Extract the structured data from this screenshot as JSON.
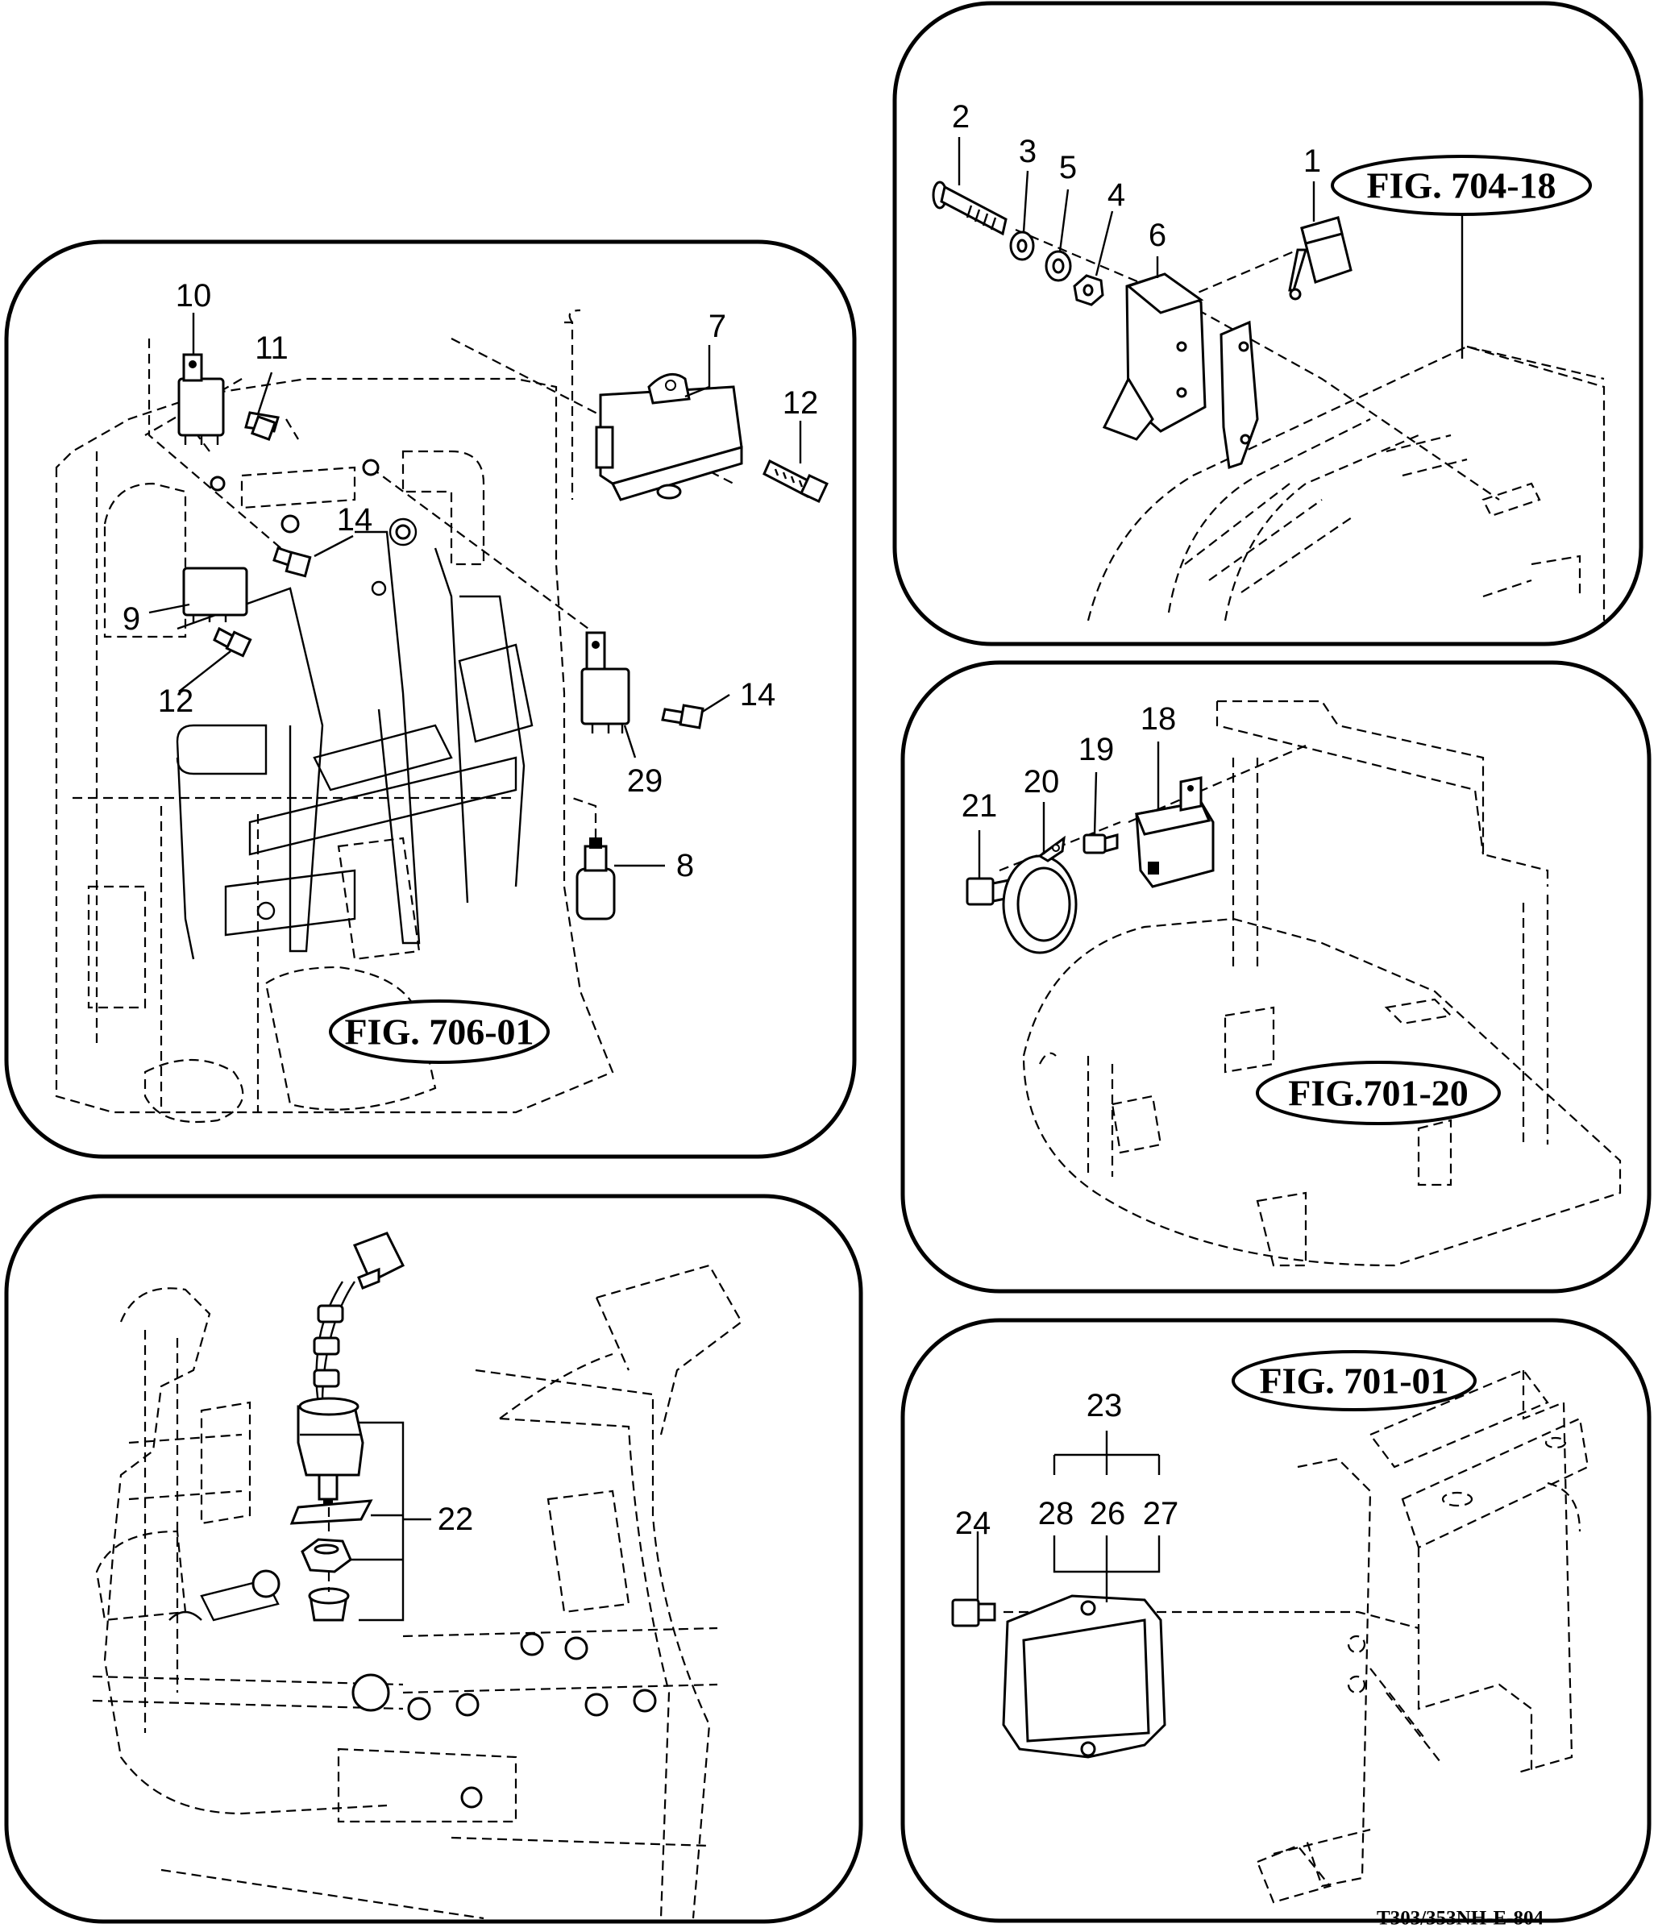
{
  "drawing": {
    "doc_id": "T303/353NH-E-804",
    "panels": {
      "fig_706_01": {
        "figure_label": "FIG. 706-01",
        "callouts": [
          "10",
          "11",
          "7",
          "12",
          "14",
          "9",
          "12",
          "14",
          "29",
          "8"
        ]
      },
      "fig_704_18": {
        "figure_label": "FIG. 704-18",
        "callouts": [
          "2",
          "3",
          "5",
          "4",
          "1",
          "6"
        ]
      },
      "fig_701_20": {
        "figure_label": "FIG.701-20",
        "callouts": [
          "18",
          "20",
          "19",
          "21"
        ]
      },
      "lower_left": {
        "callouts": [
          "22"
        ]
      },
      "fig_701_01": {
        "figure_label": "FIG. 701-01",
        "callouts": [
          "23",
          "28",
          "26",
          "27",
          "24"
        ]
      }
    }
  }
}
